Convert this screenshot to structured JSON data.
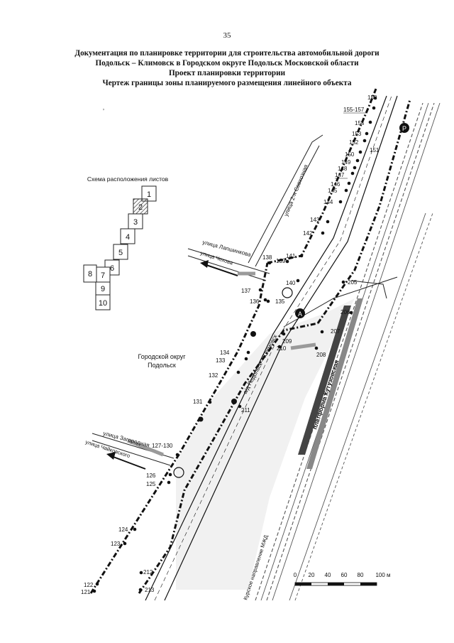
{
  "page_number": "35",
  "header": {
    "line1": "Документация по планировке территории для строительства автомобильной дороги",
    "line2": "Подольск – Климовск в Городском округе Подольск Московской области",
    "line3": "Проект планировки территории",
    "line4": "Чертеж границы зоны планируемого размещения линейного объекта"
  },
  "sheet_index": {
    "title": "Схема расположения листов",
    "sheets": [
      "1",
      "2",
      "3",
      "4",
      "5",
      "6",
      "7",
      "8",
      "9",
      "10"
    ],
    "current_sheet": "2"
  },
  "district": {
    "line1": "Городской округ",
    "line2": "Подольск"
  },
  "streets": {
    "sovkhoznaya": "улица 2-я Совхозная",
    "lapshinkova": "улица Лапшинкова",
    "chekhova": "улица Чехова",
    "highway": "а/д Подольск – Климовск",
    "zagorodnaya": "улица Загородная",
    "chaikovskogo": "улица Чайковского",
    "platform": "платформа Кутузовская",
    "railway": "Курское направление МЖД"
  },
  "points": {
    "p158": "158",
    "p155_157": "155-157",
    "p154": "154",
    "p153": "153",
    "p152": "152",
    "p151": "151",
    "p150": "150",
    "p149": "149",
    "p148": "148",
    "p147": "147",
    "p146": "146",
    "p145": "145",
    "p144": "144",
    "p143": "143",
    "p142": "142",
    "p141": "141",
    "p139": "139",
    "p138": "138",
    "p140": "140",
    "p137": "137",
    "p136": "136",
    "p135": "135",
    "p134": "134",
    "p133": "133",
    "p132": "132",
    "p131": "131",
    "p127_130": "127-130",
    "p126": "126",
    "p125": "125",
    "p124": "124",
    "p123": "123",
    "p122": "122",
    "p121": "121",
    "p205": "205",
    "p206": "206",
    "p207": "207",
    "p208": "208",
    "p209": "209",
    "p210": "210",
    "p211": "211",
    "p212": "212",
    "p213": "213"
  },
  "scale_bar": {
    "labels": [
      "0",
      "20",
      "40",
      "60",
      "80",
      "100 м"
    ]
  },
  "symbols": {
    "parking": "P",
    "bus_stop": "A"
  }
}
